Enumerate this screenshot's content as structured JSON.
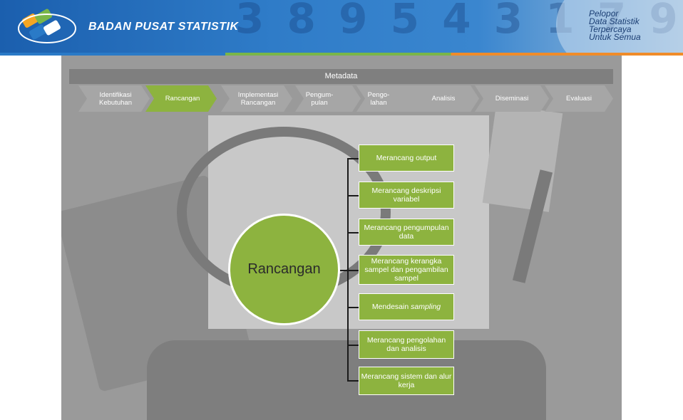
{
  "header": {
    "org_name": "BADAN PUSAT STATISTIK",
    "tagline": [
      "Pelopor",
      "Data Statistik",
      "Terpercaya",
      "Untuk Semua"
    ]
  },
  "colors": {
    "accent_green": "#8db33f",
    "step_gray": "#a6a6a6",
    "metadata_gray": "#7f7f7f"
  },
  "metadata_label": "Metadata",
  "steps": [
    {
      "label": "Identifikasi Kebutuhan",
      "active": false
    },
    {
      "label": "Rancangan",
      "active": true
    },
    {
      "label": "Implementasi Rancangan",
      "active": false
    },
    {
      "label": "Pengum-pulan",
      "active": false
    },
    {
      "label": "Pengo-lahan",
      "active": false
    },
    {
      "label": "Analisis",
      "active": false
    },
    {
      "label": "Diseminasi",
      "active": false
    },
    {
      "label": "Evaluasi",
      "active": false
    }
  ],
  "center_label": "Rancangan",
  "sub_items": [
    {
      "label": "Merancang output"
    },
    {
      "label": "Merancang deskripsi variabel"
    },
    {
      "label": "Merancang pengumpulan data"
    },
    {
      "label": "Merancang kerangka sampel dan pengambilan sampel"
    },
    {
      "label_prefix": "Mendesain ",
      "label_em": "sampling"
    },
    {
      "label": "Merancang pengolahan dan analisis"
    },
    {
      "label": "Merancang sistem dan alur kerja"
    }
  ]
}
